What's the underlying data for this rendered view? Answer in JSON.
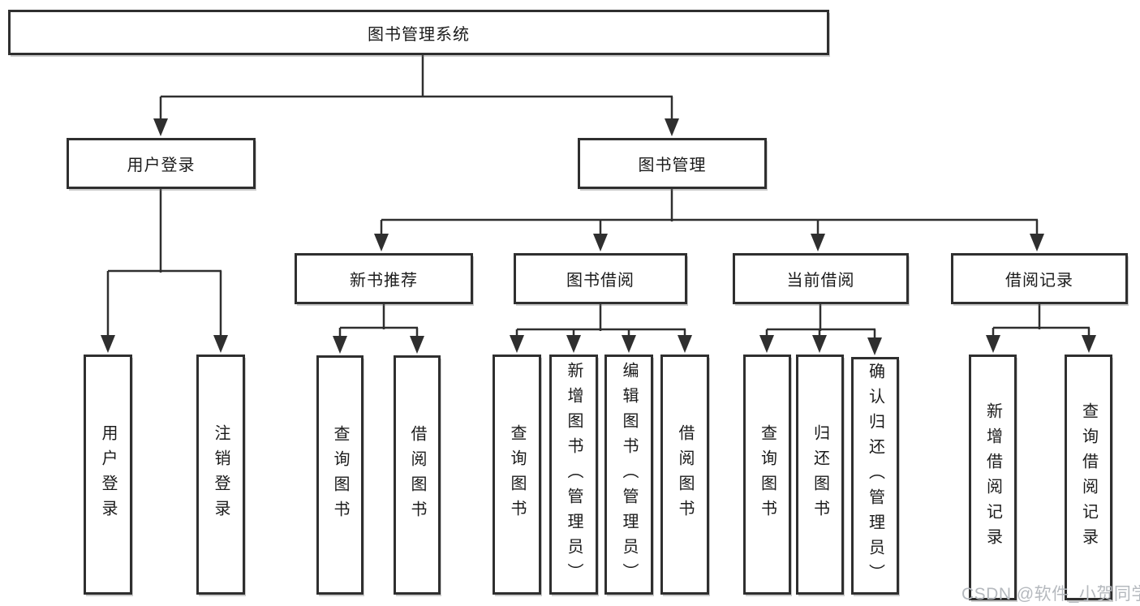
{
  "diagram": {
    "title": "图书管理系统",
    "branches": [
      {
        "label": "用户登录",
        "leaves": [
          "用户登录",
          "注销登录"
        ]
      },
      {
        "label": "图书管理",
        "groups": [
          {
            "label": "新书推荐",
            "leaves": [
              "查询图书",
              "借阅图书"
            ]
          },
          {
            "label": "图书借阅",
            "leaves": [
              "查询图书",
              "新增图书（管理员）",
              "编辑图书（管理员）",
              "借阅图书"
            ]
          },
          {
            "label": "当前借阅",
            "leaves": [
              "查询图书",
              "归还图书",
              "确认归还（管理员）"
            ]
          },
          {
            "label": "借阅记录",
            "leaves": [
              "新增借阅记录",
              "查询借阅记录"
            ]
          }
        ]
      }
    ]
  },
  "watermark": "CSDN @软件_小贺同学",
  "colors": {
    "line": "#2f2f2f",
    "box_background": "#ffffff",
    "text": "#1b1b1b",
    "watermark": "#b5b9be",
    "background": "#ffffff"
  }
}
